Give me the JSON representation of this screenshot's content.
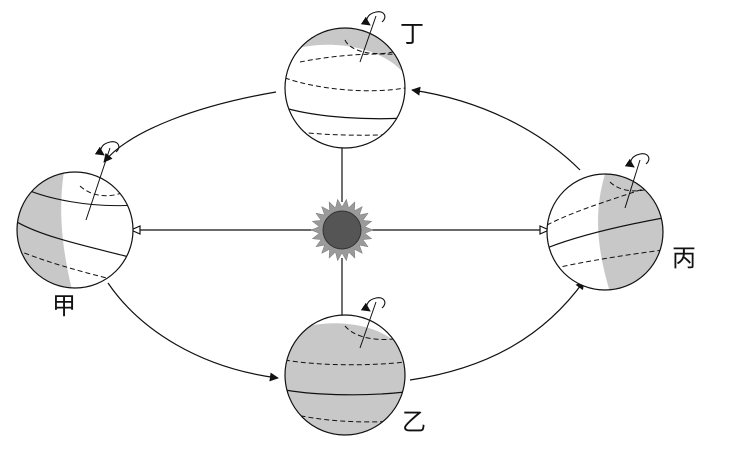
{
  "labels": {
    "jia": "甲",
    "yi": "乙",
    "bing": "丙",
    "ding": "丁"
  },
  "colors": {
    "night_shade": "#c8c8c8",
    "day": "#ffffff",
    "line": "#111111",
    "sun_core": "#555555",
    "sun_corona": "#9a9a9a"
  },
  "icons": {
    "rotation": "rotation-arrow-icon",
    "sun": "sun-icon"
  }
}
